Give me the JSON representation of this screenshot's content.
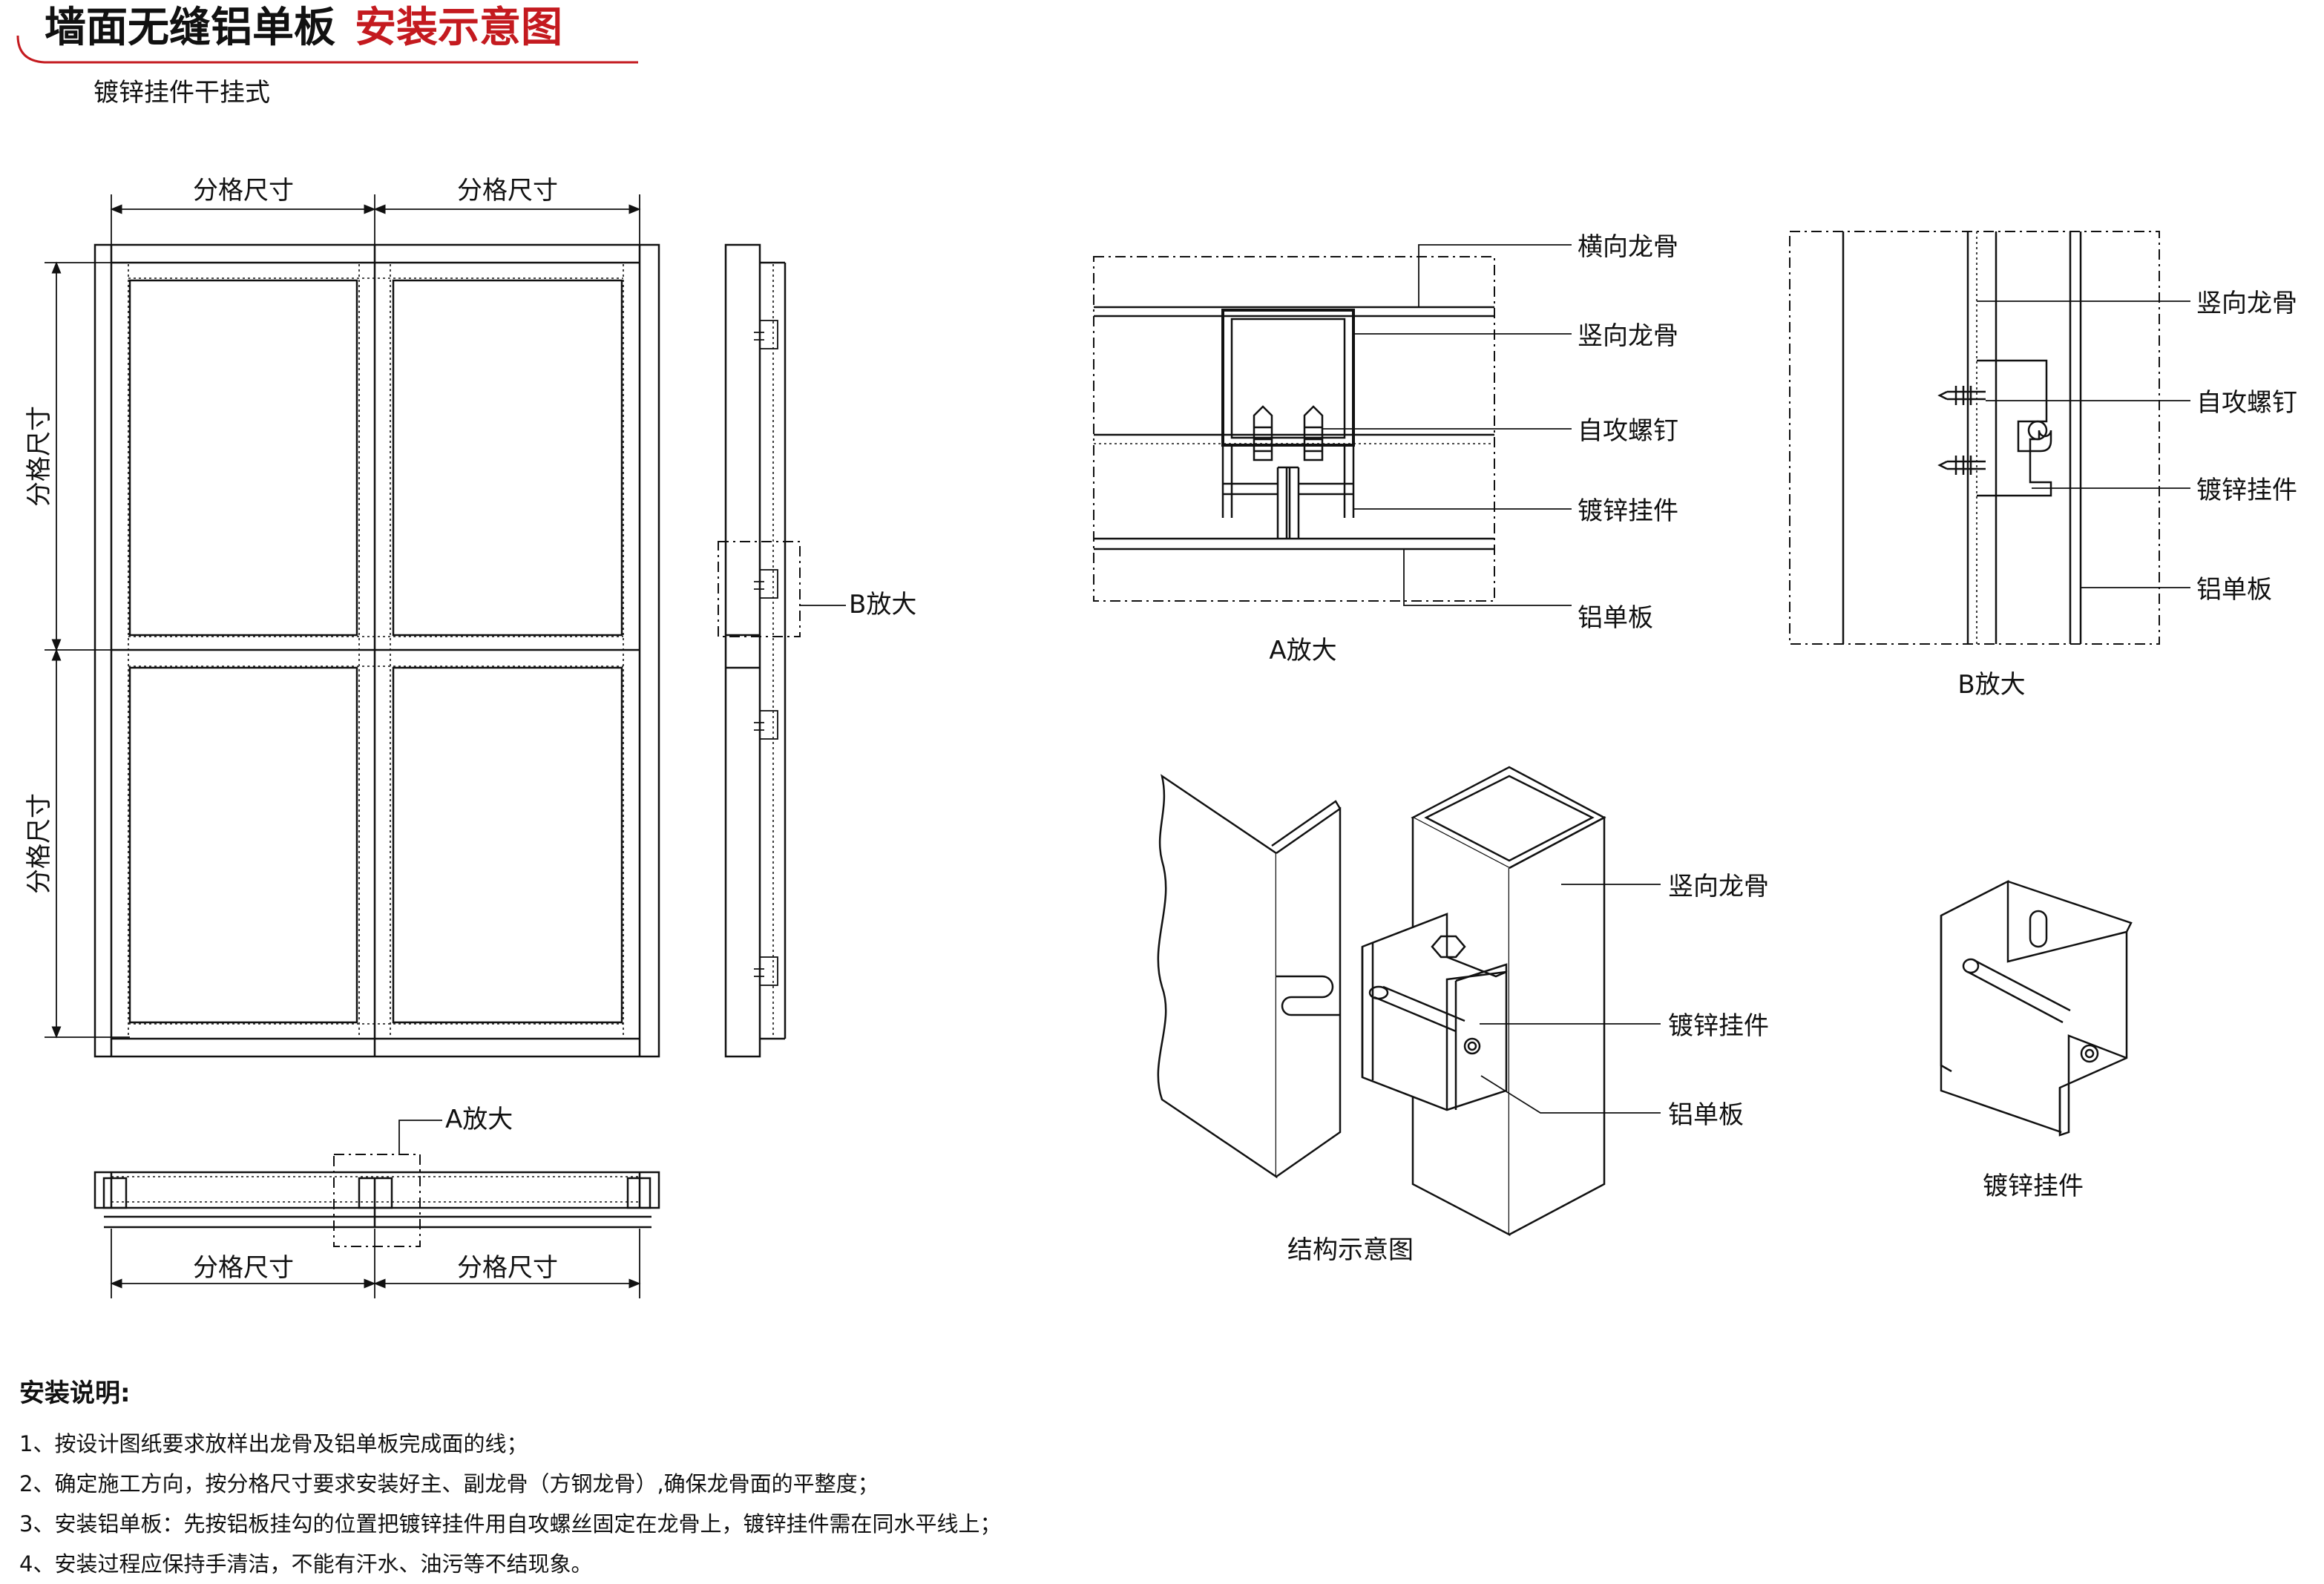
{
  "header": {
    "title_main": "墙面无缝铝单板",
    "title_accent": "安装示意图",
    "subtitle": "镀锌挂件干挂式",
    "accent_color": "#c41a1f"
  },
  "front_view": {
    "dim_top_left": "分格尺寸",
    "dim_top_right": "分格尺寸",
    "dim_left_upper": "分格尺寸",
    "dim_left_lower": "分格尺寸"
  },
  "side_view": {
    "callout_b": "B放大"
  },
  "plan_view": {
    "callout_a": "A放大",
    "dim_bottom_left": "分格尺寸",
    "dim_bottom_right": "分格尺寸"
  },
  "detail_a": {
    "caption": "A放大",
    "labels": [
      "横向龙骨",
      "竖向龙骨",
      "自攻螺钉",
      "镀锌挂件",
      "铝单板"
    ]
  },
  "detail_b": {
    "caption": "B放大",
    "labels": [
      "竖向龙骨",
      "自攻螺钉",
      "镀锌挂件",
      "铝单板"
    ]
  },
  "structure_view": {
    "caption": "结构示意图",
    "labels": [
      "竖向龙骨",
      "镀锌挂件",
      "铝单板"
    ]
  },
  "hanger_view": {
    "caption": "镀锌挂件"
  },
  "notes": {
    "title": "安装说明:",
    "items": [
      "1、按设计图纸要求放样出龙骨及铝单板完成面的线；",
      "2、确定施工方向，按分格尺寸要求安装好主、副龙骨（方钢龙骨）,确保龙骨面的平整度；",
      "3、安装铝单板：先按铝板挂勾的位置把镀锌挂件用自攻螺丝固定在龙骨上，镀锌挂件需在同水平线上；",
      "4、安装过程应保持手清洁，不能有汗水、油污等不结现象。"
    ]
  }
}
